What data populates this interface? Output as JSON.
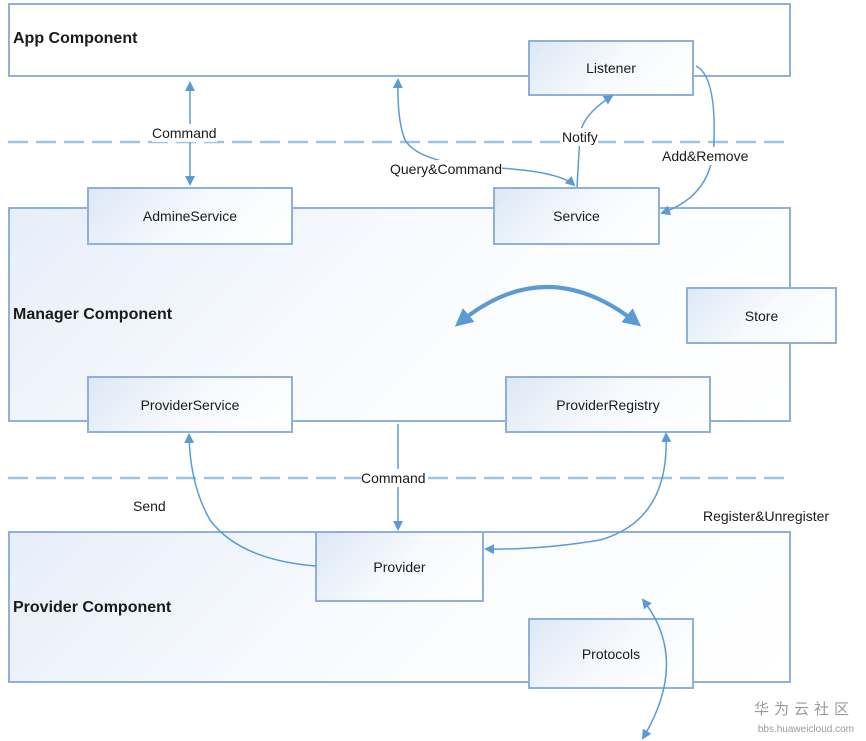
{
  "layers": {
    "app": "App Component",
    "manager": "Manager Component",
    "provider": "Provider Component"
  },
  "boxes": {
    "listener": "Listener",
    "admine_service": "AdmineService",
    "service": "Service",
    "store": "Store",
    "provider_service": "ProviderService",
    "provider_registry": "ProviderRegistry",
    "provider": "Provider",
    "protocols": "Protocols"
  },
  "labels": {
    "command_top": "Command",
    "notify": "Notify",
    "query_command": "Query&Command",
    "add_remove": "Add&Remove",
    "command_bottom": "Command",
    "send": "Send",
    "register_unregister": "Register&Unregister"
  },
  "watermark": {
    "title": "华为云社区",
    "url": "bbs.huaweicloud.com"
  },
  "colors": {
    "border": "#8fb0d8",
    "arrow": "#5b9bd5",
    "dash": "#9dc3e6"
  }
}
